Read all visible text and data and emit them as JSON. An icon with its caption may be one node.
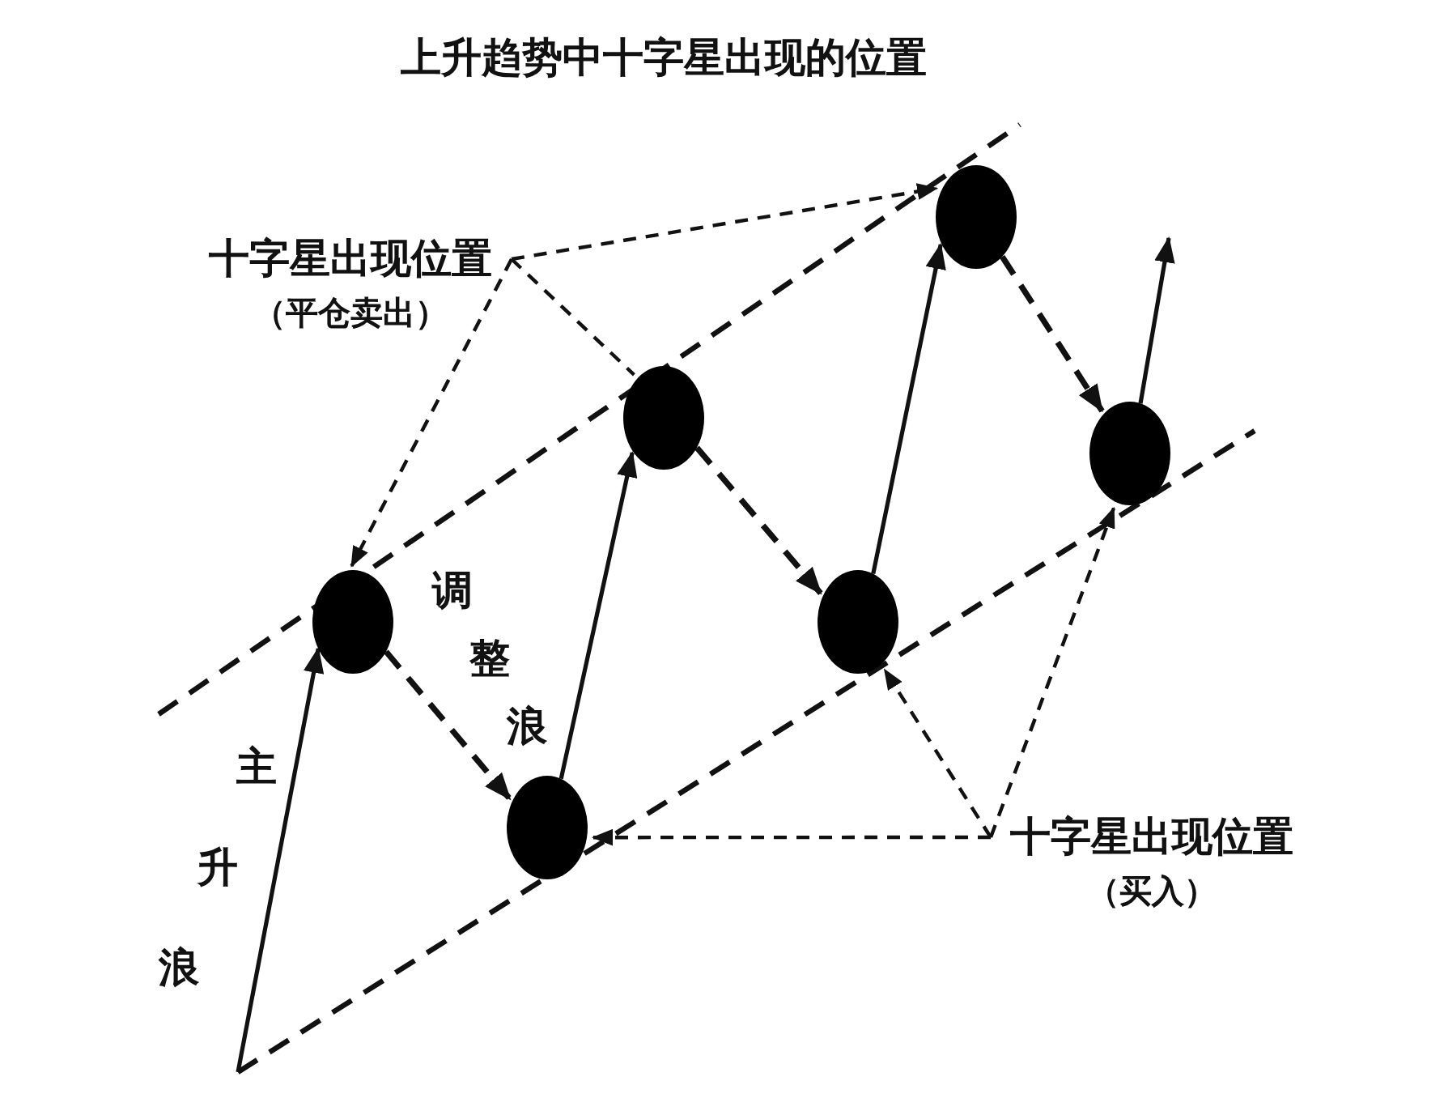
{
  "diagram": {
    "title": "上升趋势中十字星出现的位置",
    "nodes": [
      {
        "text": [
          "十字星出现位置",
          "（平仓卖出）"
        ]
      },
      {
        "text": [],
        "shape": "circle"
      },
      {
        "text": [],
        "shape": "circle"
      },
      {
        "text": [],
        "shape": "circle"
      },
      {
        "text": [],
        "shape": "circle"
      },
      {
        "text": [],
        "shape": "circle"
      },
      {
        "text": [],
        "shape": "circle"
      },
      {
        "text": [
          "十字星出现位置",
          "（买入）"
        ]
      }
    ],
    "edges": [
      {
        "from": null,
        "to": 1,
        "arrow": "to"
      },
      {
        "from": 1,
        "to": 2,
        "arrow": "to",
        "style": "dashed"
      },
      {
        "from": 2,
        "to": 3,
        "arrow": "to"
      },
      {
        "from": 3,
        "to": 4,
        "arrow": "to",
        "style": "dashed"
      },
      {
        "from": 4,
        "to": 5,
        "arrow": "to"
      },
      {
        "from": 5,
        "to": 6,
        "arrow": "to",
        "style": "dashed"
      },
      {
        "from": 6,
        "to": null,
        "arrow": "to"
      },
      {
        "from": 0,
        "to": 1,
        "arrow": "to",
        "style": "dashed"
      },
      {
        "from": 0,
        "to": 3,
        "arrow": "none",
        "style": "dashed"
      },
      {
        "from": 0,
        "to": 5,
        "arrow": "to",
        "style": "dashed"
      },
      {
        "from": 7,
        "to": 2,
        "arrow": "to",
        "style": "dashed"
      },
      {
        "from": 7,
        "to": 4,
        "arrow": "to",
        "style": "dashed"
      },
      {
        "from": 7,
        "to": 6,
        "arrow": "to",
        "style": "dashed"
      }
    ],
    "labels": [
      "调整浪",
      "主升浪"
    ]
  }
}
